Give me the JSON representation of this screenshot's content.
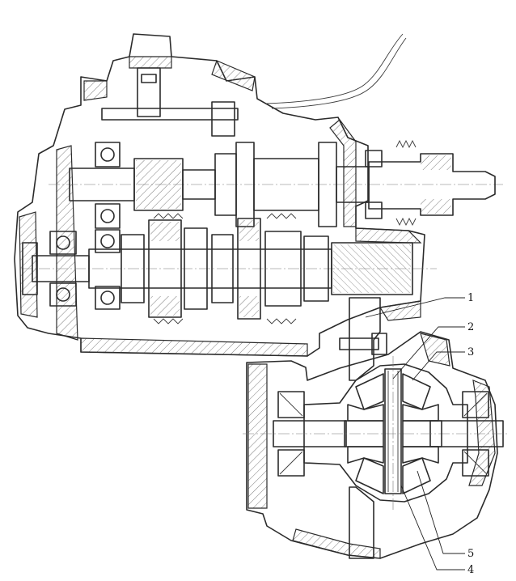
{
  "colors": {
    "line": "#2b2b2b",
    "hatch": "#6f6f6f",
    "case_blue": "#bcd9e2",
    "shaft_magenta": "#e7b3d4",
    "gear_green": "#b6d6a3",
    "gear_salmon": "#efb99a",
    "yellow_tint": "#f6f0c2"
  },
  "callouts": [
    {
      "label": "1"
    },
    {
      "label": "2"
    },
    {
      "label": "3"
    },
    {
      "label": "5"
    },
    {
      "label": "4"
    }
  ]
}
